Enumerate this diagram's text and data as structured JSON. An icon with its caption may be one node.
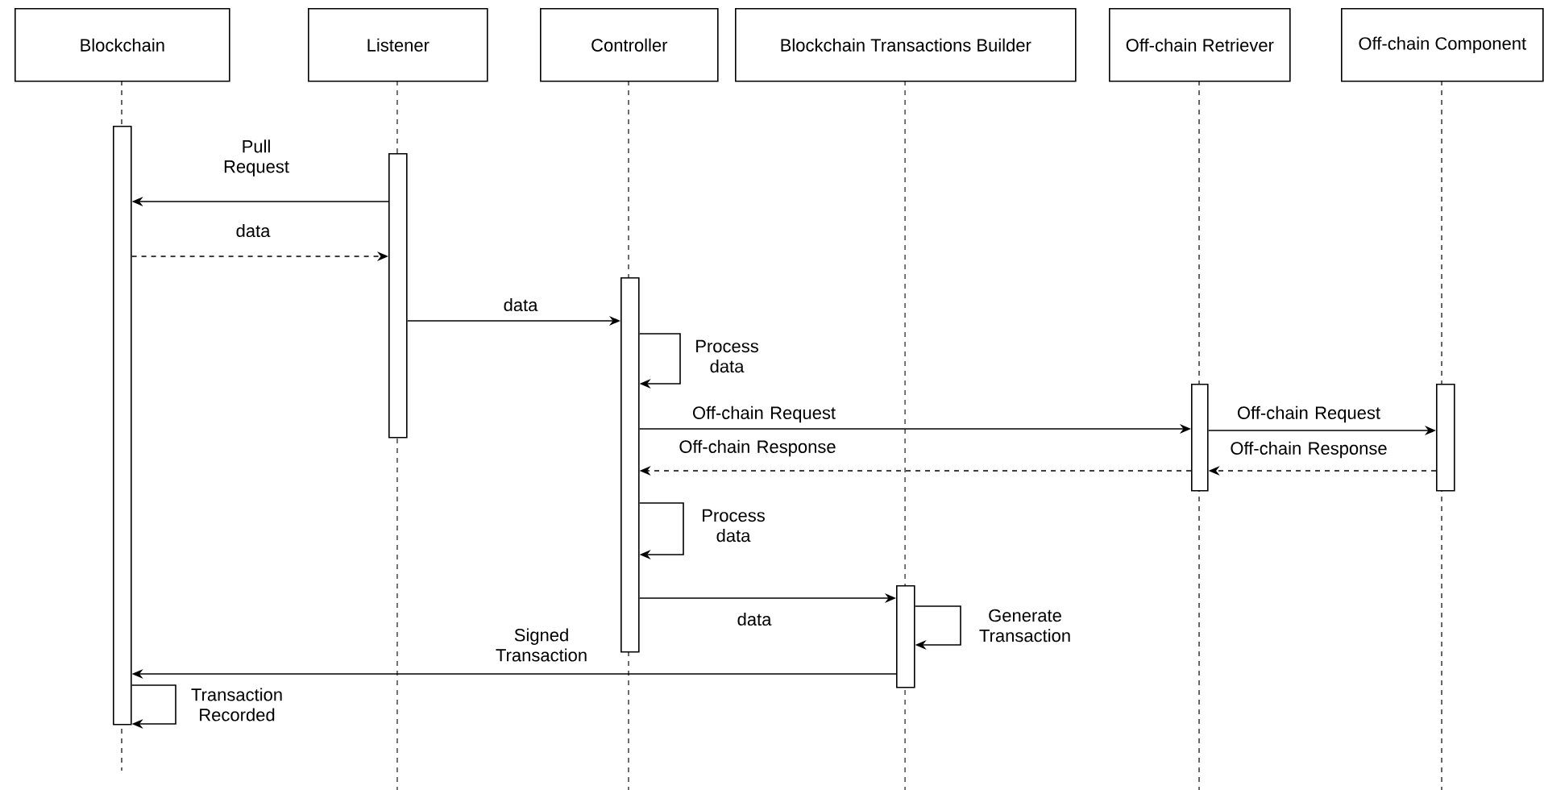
{
  "diagram": {
    "nodes": [
      {
        "text": [
          "Blockchain"
        ]
      },
      {
        "text": [
          "Listener"
        ]
      },
      {
        "text": [
          "Controller"
        ]
      },
      {
        "text": [
          "Blockchain Transactions Builder"
        ]
      },
      {
        "text": [
          "Off-chain Retriever"
        ]
      },
      {
        "text": [
          "Off-chain Component"
        ]
      },
      {
        "text": [],
        "shape": "bar"
      },
      {
        "text": [],
        "shape": "bar"
      },
      {
        "text": [],
        "shape": "bar"
      },
      {
        "text": [],
        "shape": "bar"
      },
      {
        "text": [],
        "shape": "bar"
      },
      {
        "text": [],
        "shape": "bar"
      }
    ],
    "edges": [
      {
        "from": 7,
        "to": 6,
        "arrow": "to",
        "label": "Pull Request"
      },
      {
        "from": 6,
        "to": 7,
        "arrow": "to",
        "label": "data",
        "style": "dashed"
      },
      {
        "from": 7,
        "to": 8,
        "arrow": "to",
        "label": "data"
      },
      {
        "from": 8,
        "to": 8,
        "arrow": "to",
        "label": "Process data"
      },
      {
        "from": 8,
        "to": 9,
        "arrow": "to",
        "label": "Off-chain Request"
      },
      {
        "from": 9,
        "to": 10,
        "arrow": "to",
        "label": "Off-chain Request"
      },
      {
        "from": 10,
        "to": 9,
        "arrow": "to",
        "label": "Off-chain Response",
        "style": "dashed"
      },
      {
        "from": 9,
        "to": 8,
        "arrow": "to",
        "label": "Off-chain Response",
        "style": "dashed"
      },
      {
        "from": 8,
        "to": 8,
        "arrow": "to",
        "label": "Process data"
      },
      {
        "from": 8,
        "to": 11,
        "arrow": "to",
        "label": "data"
      },
      {
        "from": 11,
        "to": 11,
        "arrow": "to",
        "label": "Generate Transaction"
      },
      {
        "from": 11,
        "to": 6,
        "arrow": "to",
        "label": "Signed Transaction"
      },
      {
        "from": 6,
        "to": 6,
        "arrow": "to",
        "label": "Transaction Recorded"
      }
    ]
  }
}
